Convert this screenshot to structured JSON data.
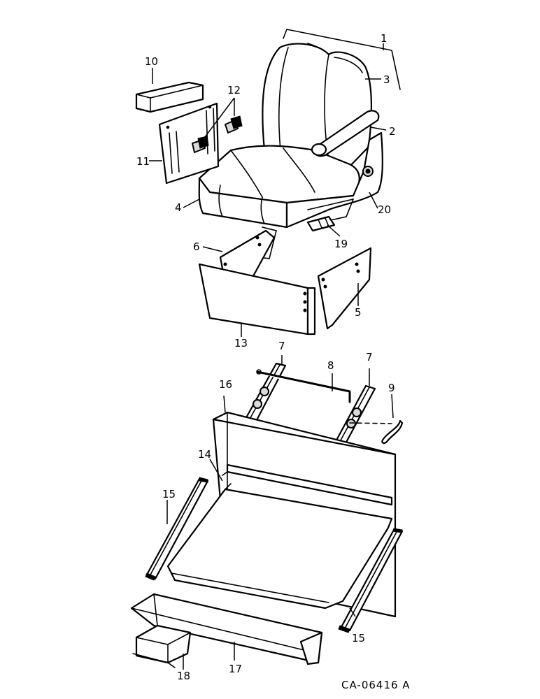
{
  "callouts": {
    "c1": "1",
    "c2": "2",
    "c3": "3",
    "c4": "4",
    "c5": "5",
    "c6": "6",
    "c7a": "7",
    "c7b": "7",
    "c8": "8",
    "c9": "9",
    "c10": "10",
    "c11": "11",
    "c12": "12",
    "c13": "13",
    "c14": "14",
    "c15a": "15",
    "c15b": "15",
    "c16": "16",
    "c17": "17",
    "c18": "18",
    "c19": "19",
    "c20": "20"
  },
  "drawing_code": "CA-06416 A"
}
